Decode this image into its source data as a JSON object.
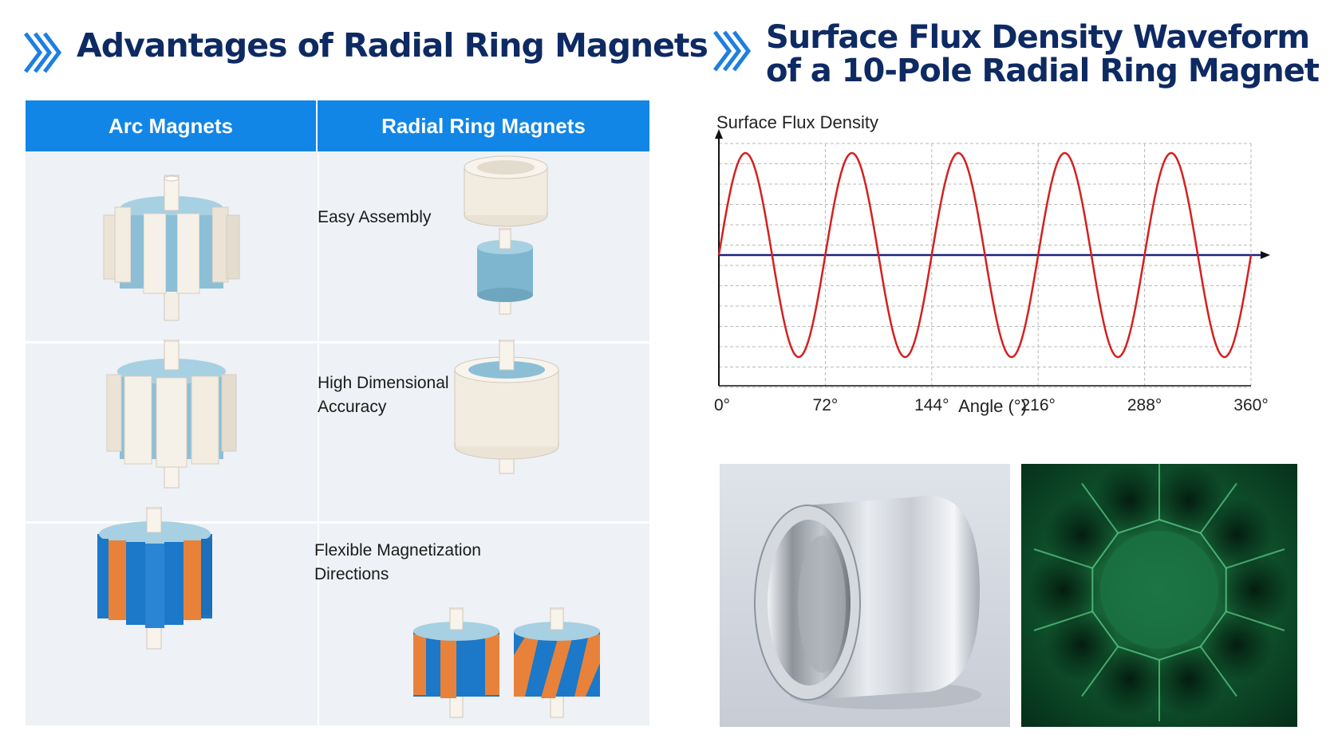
{
  "left_heading": {
    "title": "Advantages of Radial Ring Magnets",
    "icon": "double-chevron-icon"
  },
  "right_heading": {
    "title_line1": "Surface Flux Density Waveform",
    "title_line2": "of a 10-Pole Radial Ring Magnet",
    "icon": "double-chevron-icon"
  },
  "table": {
    "col1": "Arc Magnets",
    "col2": "Radial Ring Magnets",
    "rows": [
      {
        "label_line1": "Easy Assembly",
        "label_line2": ""
      },
      {
        "label_line1": "High Dimensional",
        "label_line2": "Accuracy"
      },
      {
        "label_line1": "Flexible Magnetization",
        "label_line2": "Directions"
      }
    ]
  },
  "colors": {
    "header_blue": "#1186e6",
    "title_navy": "#0e2a63",
    "chevron_blue": "#1e7fe0",
    "wave_red": "#d42020",
    "baseline_navy": "#1a237e",
    "magnet_blue": "#7fb6cf",
    "magnet_cream": "#f2ebe0",
    "pole_orange": "#e8823a",
    "pole_blue": "#1c78c8"
  },
  "chart_data": {
    "type": "line",
    "ylabel": "Surface Flux Density",
    "xlabel": "Angle (°)",
    "xlim": [
      0,
      360
    ],
    "ylim": [
      -1,
      1
    ],
    "xticks": [
      0,
      72,
      144,
      216,
      288,
      360
    ],
    "xtick_labels": [
      "0°",
      "72°",
      "144°",
      "216°",
      "288°",
      "360°"
    ],
    "pole_pairs": 5,
    "series": [
      {
        "function": "sin(5·θ)",
        "x": [
          0,
          18,
          36,
          54,
          72,
          90,
          108,
          126,
          144,
          162,
          180,
          198,
          216,
          234,
          252,
          270,
          288,
          306,
          324,
          342,
          360
        ],
        "y": [
          0,
          1,
          0,
          -1,
          0,
          1,
          0,
          -1,
          0,
          1,
          0,
          -1,
          0,
          1,
          0,
          -1,
          0,
          1,
          0,
          -1,
          0
        ]
      }
    ],
    "grid": true,
    "legend": "none"
  }
}
